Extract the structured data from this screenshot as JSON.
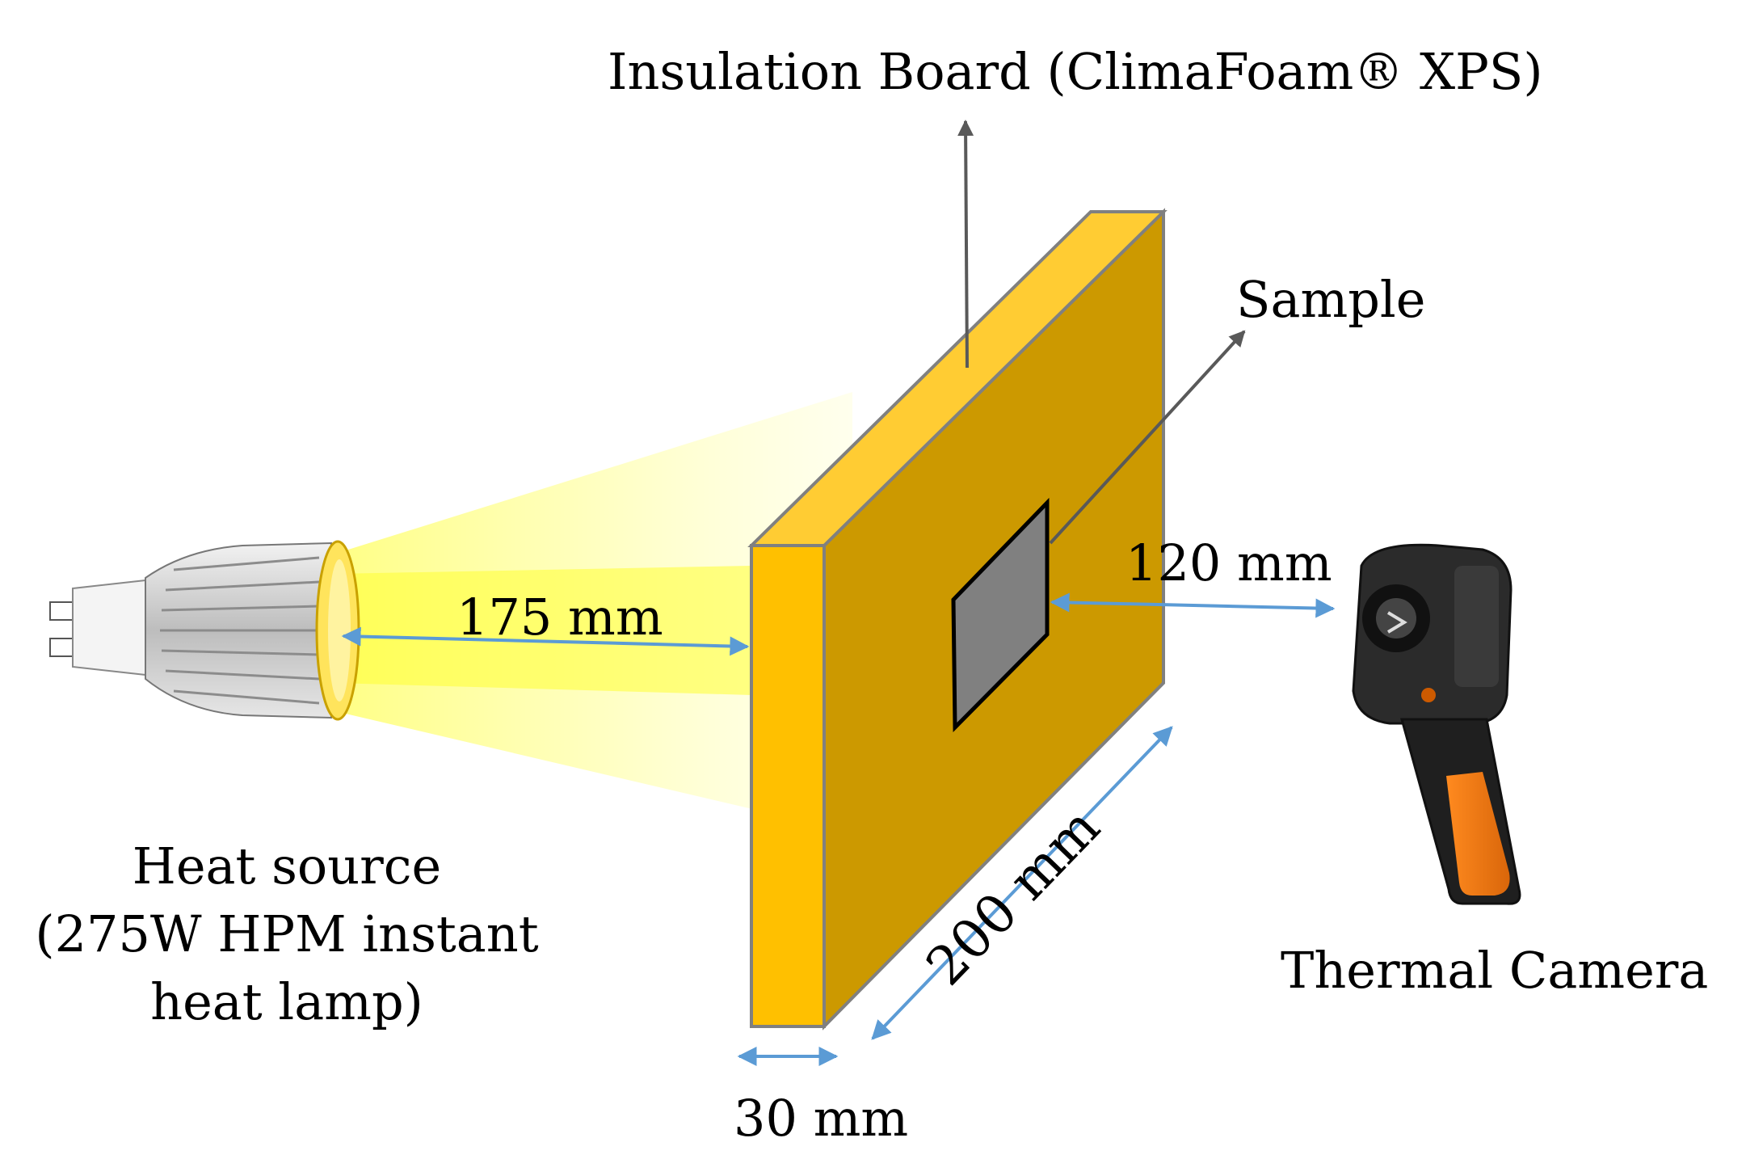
{
  "labels": {
    "insulation_board": "Insulation Board (ClimaFoam® XPS)",
    "sample": "Sample",
    "heat_source_line1": "Heat source",
    "heat_source_line2": "(275W HPM instant",
    "heat_source_line3": "heat lamp)",
    "thermal_camera": "Thermal Camera"
  },
  "dimensions": {
    "lamp_to_board": "175 mm",
    "sample_to_camera": "120 mm",
    "board_width": "200 mm",
    "board_thickness": "30 mm"
  },
  "colors": {
    "board_front": "#CC9900",
    "board_top": "#FFCC33",
    "board_side": "#FFC000",
    "board_edge": "#808080",
    "sample": "#808080",
    "beam": "#FFFF66",
    "dimension_arrow": "#5B9BD5",
    "leader_arrow": "#595959"
  },
  "icons": {
    "heat_source": "heat-lamp-bulb-icon",
    "camera": "thermal-camera-icon"
  }
}
